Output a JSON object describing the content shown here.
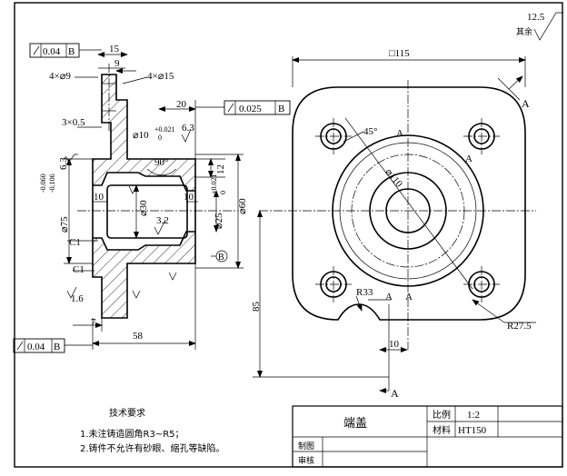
{
  "drawing": {
    "roughness_other": "12.5",
    "roughness_other_prefix": "其余",
    "square_size": "□115",
    "dim_15": "15",
    "dim_9": "9",
    "dim_holes_9": "4×⌀9",
    "dim_holes_15": "4×⌀15",
    "dim_20": "20",
    "dim_3x05": "3×0.5",
    "dim_10_bore": "⌀10",
    "dim_10_tol_upper": "+0.021",
    "dim_10_tol_lower": "0",
    "roughness_63_a": "6.3",
    "roughness_63_b": "6.3",
    "angle_90": "90°",
    "dim_12": "12",
    "dim_75": "⌀75",
    "dim_75_tol_upper": "-0.060",
    "dim_75_tol_lower": "-0.106",
    "dim_10_left": "10",
    "dim_10_right": "10",
    "dim_30": "⌀30",
    "dim_25": "⌀25",
    "dim_25_tol_upper": "+0.021",
    "dim_25_tol_lower": "0",
    "dim_60": "⌀60",
    "roughness_32": "3.2",
    "datum_b_label": "B",
    "chamfer_c1_a": "C1",
    "chamfer_c1_b": "C1",
    "roughness_16": "1.6",
    "dim_7": "7",
    "dim_58": "58",
    "angle_45": "45°",
    "dim_110": "⌀110",
    "dim_r33": "R33",
    "dim_r275": "R27.5",
    "dim_85": "85",
    "dim_10_bottom": "10",
    "section_a": "A",
    "tol_frame_top": {
      "value": "0.04",
      "datum": "B"
    },
    "tol_frame_mid": {
      "value": "0.025",
      "datum": "B"
    },
    "tol_frame_bottom": {
      "value": "0.04",
      "datum": "B"
    }
  },
  "notes": {
    "title": "技术要求",
    "items": [
      "1.未注铸造圆角R3~R5；",
      "2.铸件不允许有砂眼、缩孔等缺陷。"
    ]
  },
  "title_block": {
    "part_name": "端盖",
    "scale_label": "比例",
    "scale_value": "1:2",
    "material_label": "材料",
    "material_value": "HT150",
    "drawn_label": "制图",
    "checked_label": "审核"
  }
}
